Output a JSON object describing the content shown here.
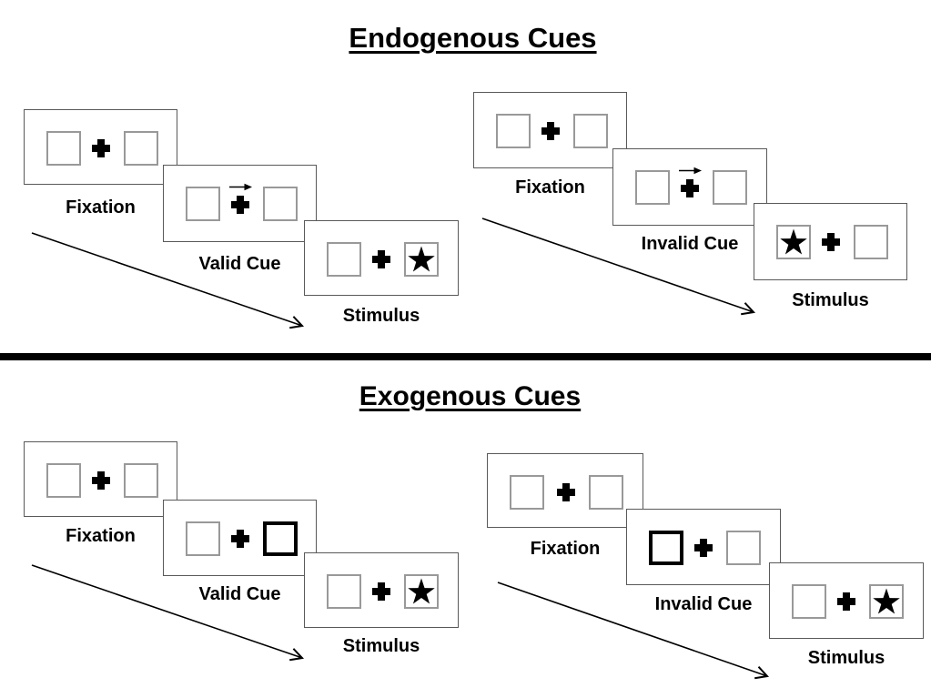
{
  "figure": {
    "description": "Posner spatial cueing paradigm schematic",
    "colors": {
      "background": "#ffffff",
      "ink": "#000000",
      "card_border": "#595959",
      "box_border": "#999999",
      "highlight_border": "#000000"
    }
  },
  "sections": [
    {
      "title": "Endogenous Cues",
      "trials": [
        {
          "type": "valid",
          "steps": [
            {
              "label": "Fixation",
              "left_box": "empty",
              "right_box": "empty",
              "cue": "none"
            },
            {
              "label": "Valid Cue",
              "left_box": "empty",
              "right_box": "empty",
              "cue": "arrow-right-above-fixation-cross"
            },
            {
              "label": "Stimulus",
              "left_box": "empty",
              "right_box": "star",
              "cue": "none"
            }
          ]
        },
        {
          "type": "invalid",
          "steps": [
            {
              "label": "Fixation",
              "left_box": "empty",
              "right_box": "empty",
              "cue": "none"
            },
            {
              "label": "Invalid Cue",
              "left_box": "empty",
              "right_box": "empty",
              "cue": "arrow-right-above-fixation-cross"
            },
            {
              "label": "Stimulus",
              "left_box": "star",
              "right_box": "empty",
              "cue": "none"
            }
          ]
        }
      ]
    },
    {
      "title": "Exogenous Cues",
      "trials": [
        {
          "type": "valid",
          "steps": [
            {
              "label": "Fixation",
              "left_box": "empty",
              "right_box": "empty",
              "cue": "none"
            },
            {
              "label": "Valid Cue",
              "left_box": "empty",
              "right_box": "highlighted-bold-box",
              "cue": "right-box-brightening"
            },
            {
              "label": "Stimulus",
              "left_box": "empty",
              "right_box": "star",
              "cue": "none"
            }
          ]
        },
        {
          "type": "invalid",
          "steps": [
            {
              "label": "Fixation",
              "left_box": "empty",
              "right_box": "empty",
              "cue": "none"
            },
            {
              "label": "Invalid Cue",
              "left_box": "highlighted-bold-box",
              "right_box": "empty",
              "cue": "left-box-brightening"
            },
            {
              "label": "Stimulus",
              "left_box": "empty",
              "right_box": "star",
              "cue": "none"
            }
          ]
        }
      ]
    }
  ]
}
